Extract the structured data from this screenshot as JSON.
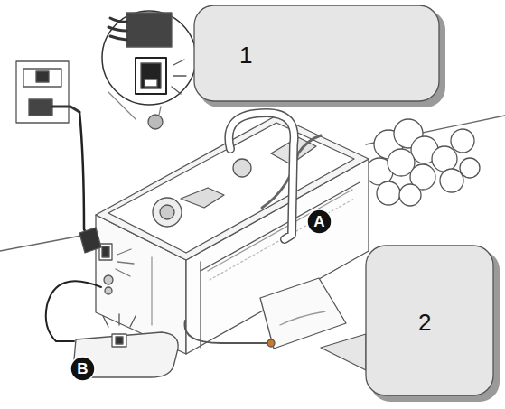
{
  "diagram": {
    "nodes": [
      {
        "text": [
          "1"
        ]
      },
      {
        "text": [
          "A"
        ]
      },
      {
        "text": [
          "2"
        ]
      },
      {
        "text": [
          "B"
        ]
      }
    ]
  }
}
